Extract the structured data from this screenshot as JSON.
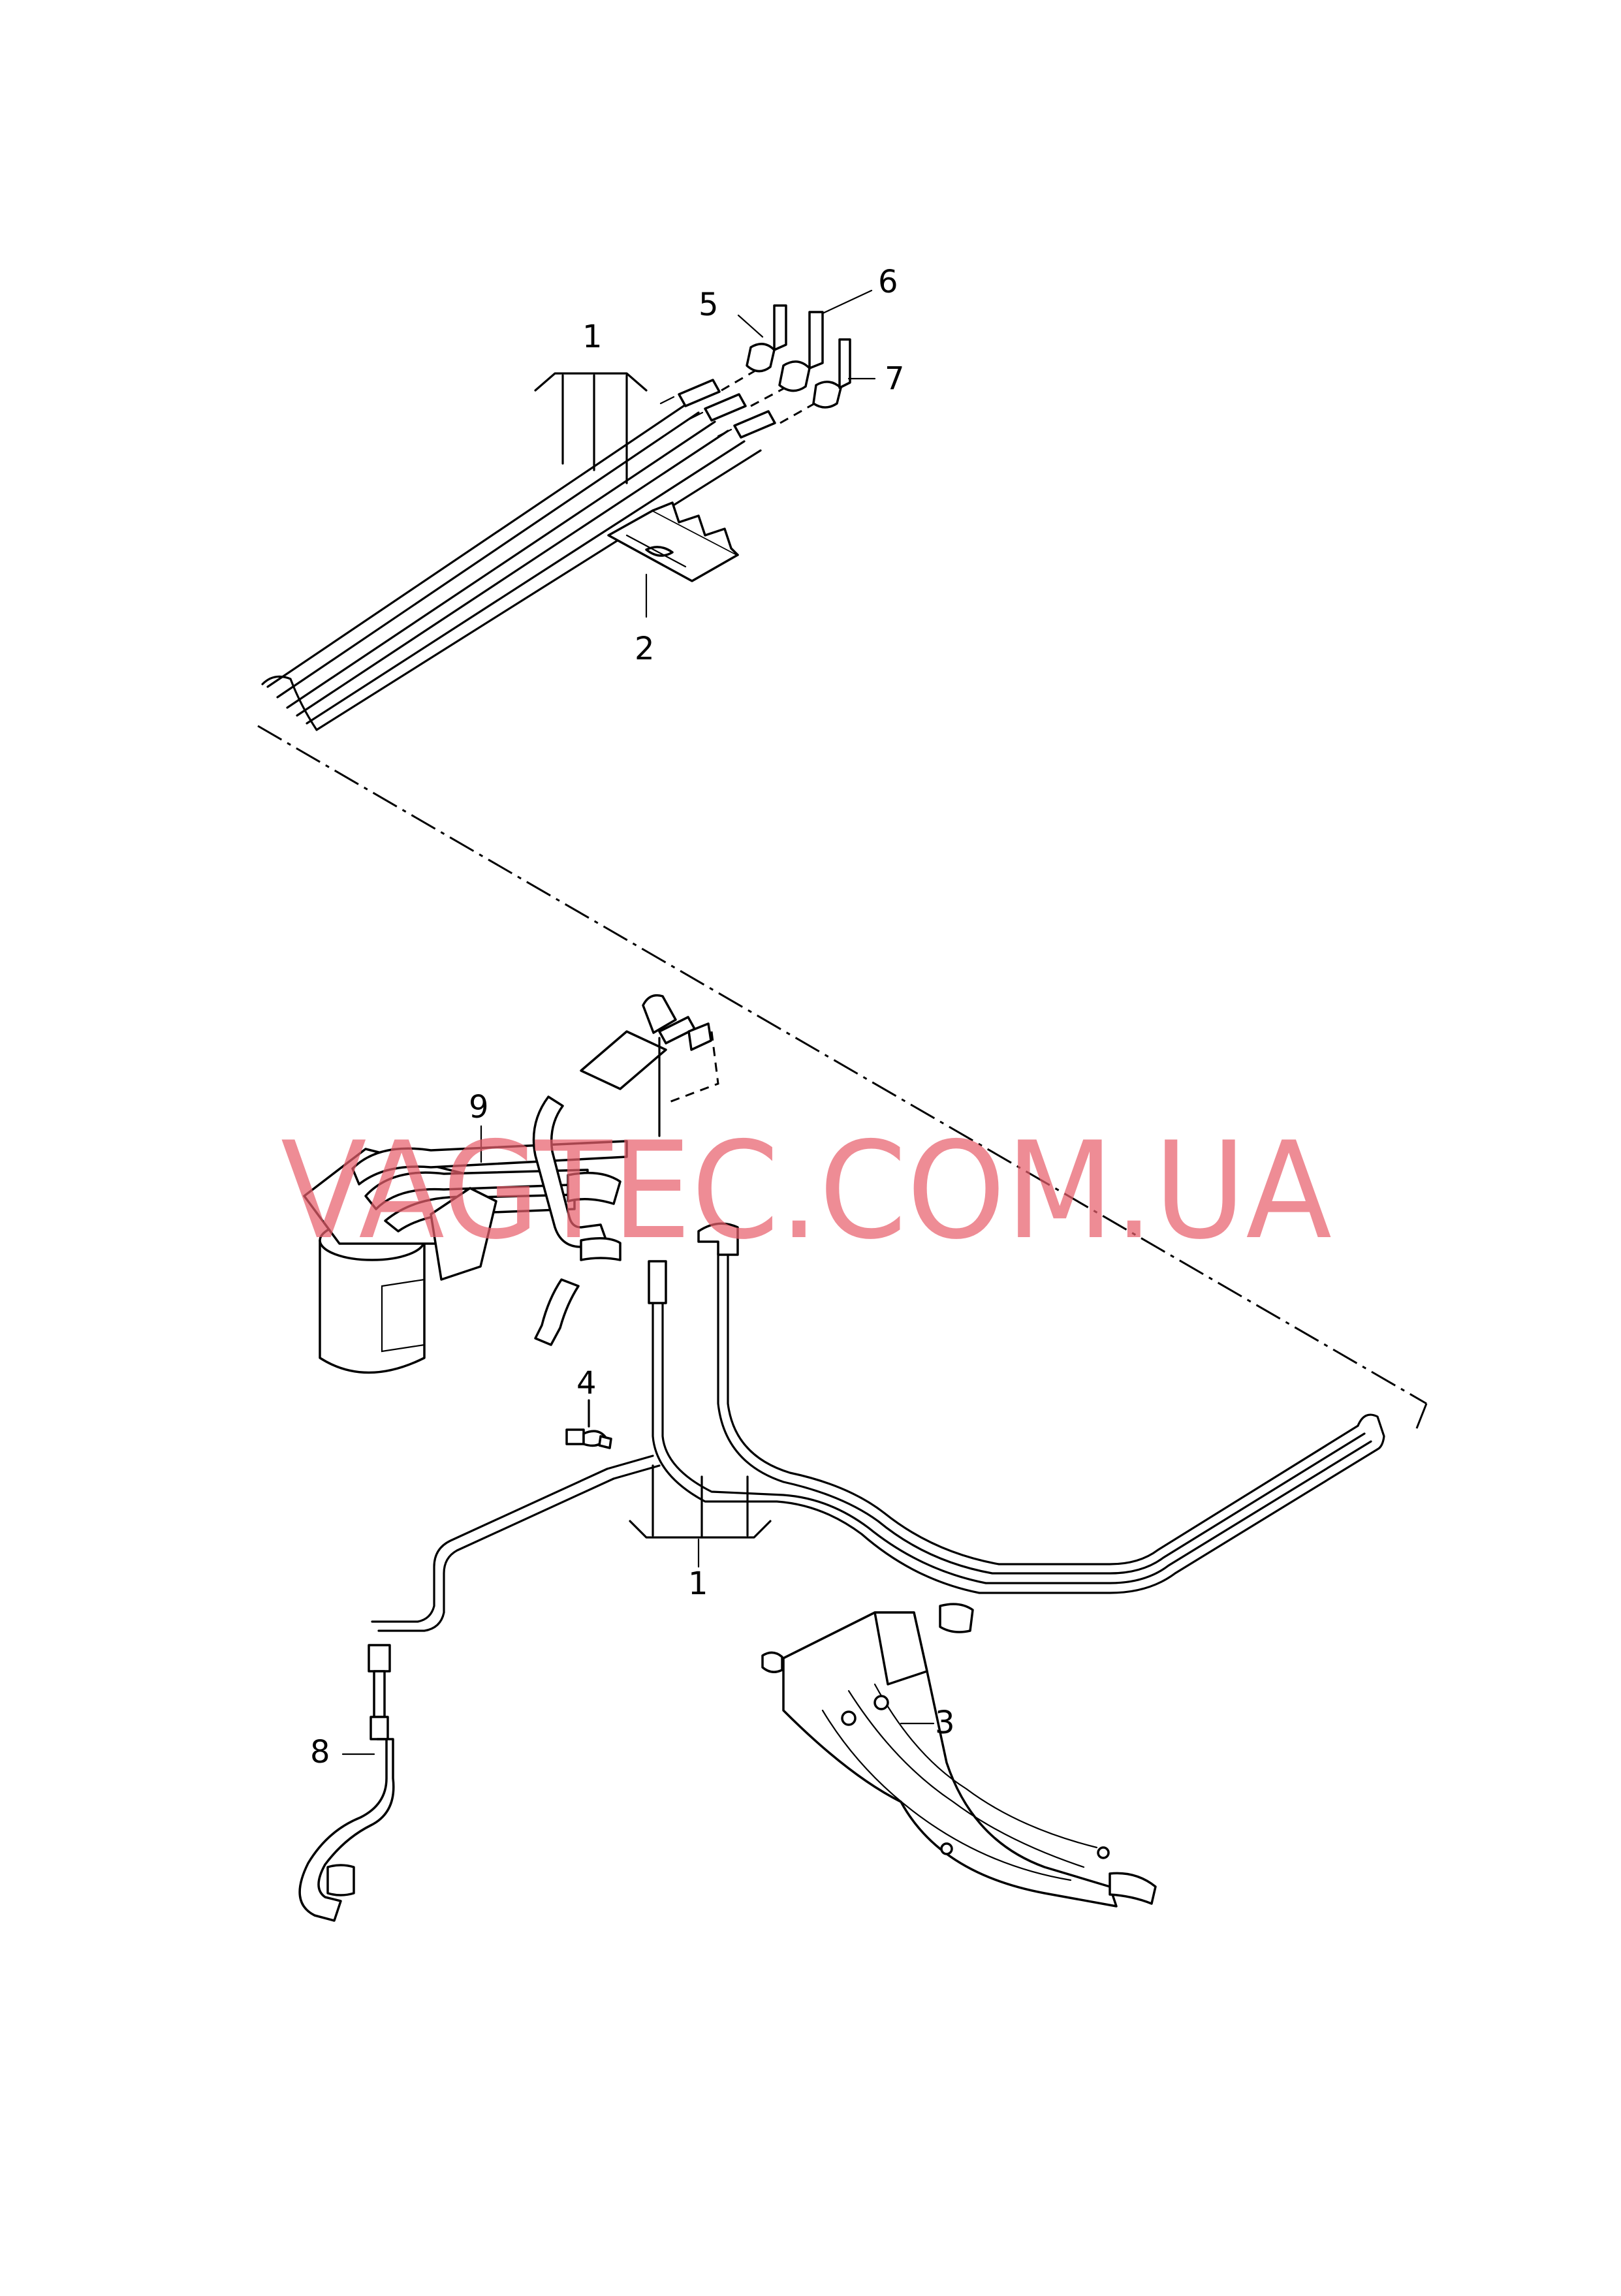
{
  "watermark": "VAGTEC.COM.UA",
  "callouts": {
    "c1_top": "1",
    "c1_bottom": "1",
    "c2": "2",
    "c3": "3",
    "c4": "4",
    "c5": "5",
    "c6": "6",
    "c7": "7",
    "c8": "8",
    "c9": "9"
  },
  "colors": {
    "watermark": "#e8606d",
    "lines": "#000000",
    "background": "#ffffff"
  }
}
